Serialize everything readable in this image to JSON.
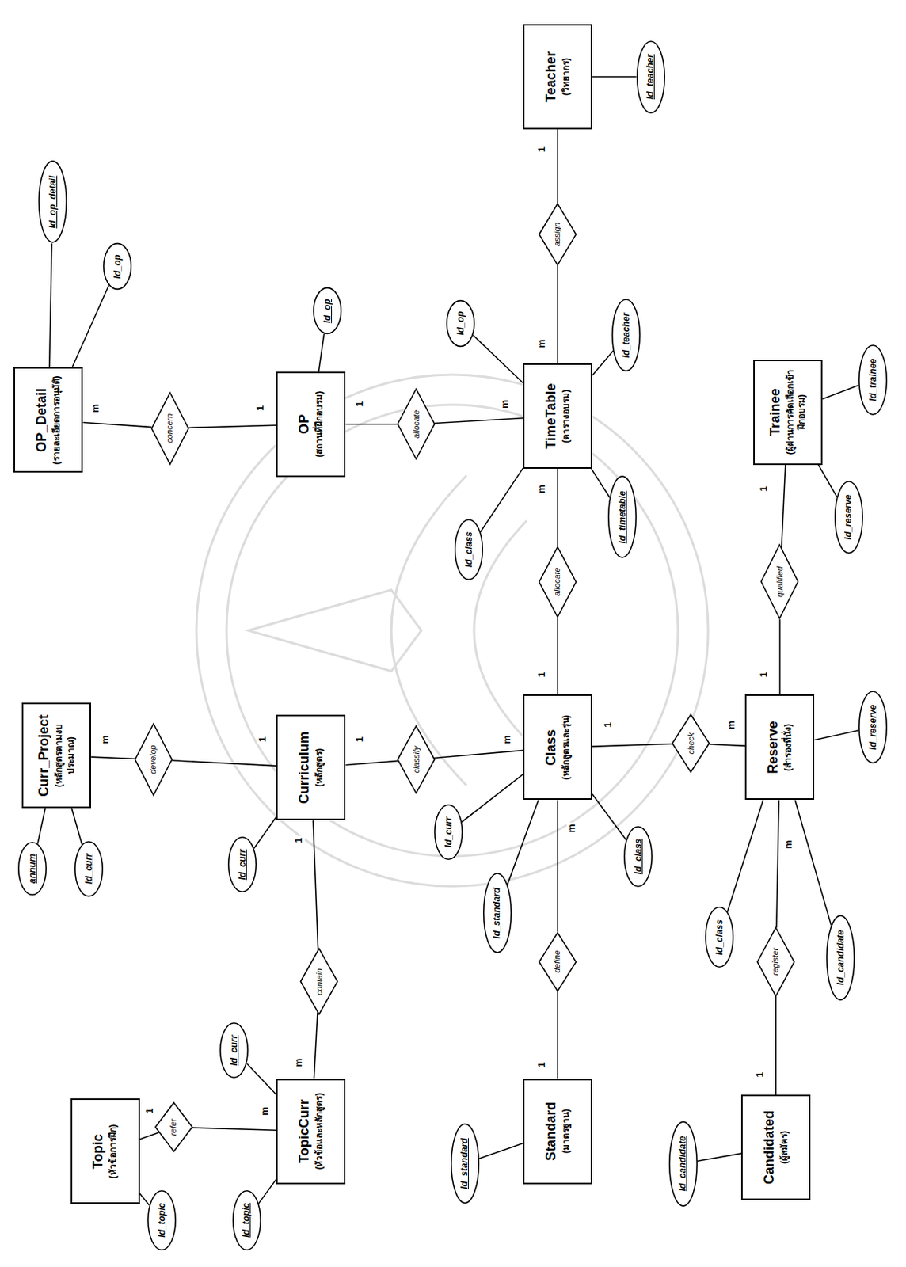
{
  "diagram": {
    "nodes": [
      {
        "text": [
          "Topic",
          "(หัวข้อการฝึก)"
        ]
      },
      {
        "text": [
          "Id_topic"
        ]
      },
      {
        "text": [
          "refer"
        ]
      },
      {
        "text": [
          "Curr_Project",
          "(หลักสูตรตามงบประมาณ)"
        ]
      },
      {
        "text": [
          "annum"
        ]
      },
      {
        "text": [
          "Id_curr"
        ]
      },
      {
        "text": [
          "develop"
        ]
      },
      {
        "text": [
          "OP_Detail",
          "(รายละเอียดการอนุมัติ)"
        ]
      },
      {
        "text": [
          "Id_op_detail"
        ]
      },
      {
        "text": [
          "Id_op"
        ]
      },
      {
        "text": [
          "concern"
        ]
      },
      {
        "text": [
          "TopicCurr",
          "(หัวข้อและหลักสูตร)"
        ]
      },
      {
        "text": [
          "Id_topic"
        ]
      },
      {
        "text": [
          "Id_curr"
        ]
      },
      {
        "text": [
          "contain"
        ]
      },
      {
        "text": [
          "Curriculum",
          "(หลักสูตร)"
        ]
      },
      {
        "text": [
          "Id_curr"
        ]
      },
      {
        "text": [
          "classify"
        ]
      },
      {
        "text": [
          "OP",
          "(สถานที่ฝึกอบรม)"
        ]
      },
      {
        "text": [
          "Id_op"
        ]
      },
      {
        "text": [
          "allocate"
        ]
      },
      {
        "text": [
          "Standard",
          "(มาตรฐาน)"
        ]
      },
      {
        "text": [
          "Id_standard"
        ]
      },
      {
        "text": [
          "define"
        ]
      },
      {
        "text": [
          "Id_standard"
        ]
      },
      {
        "text": [
          "Id_curr"
        ]
      },
      {
        "text": [
          "Class",
          "(หลักสูตรและรุ่น)"
        ]
      },
      {
        "text": [
          "Id_class"
        ]
      },
      {
        "text": [
          "allocate"
        ]
      },
      {
        "text": [
          "Id_class"
        ]
      },
      {
        "text": [
          "TimeTable",
          "(ตารางอบรม)"
        ]
      },
      {
        "text": [
          "Id_op"
        ]
      },
      {
        "text": [
          "Id_timetable"
        ]
      },
      {
        "text": [
          "Id_teacher"
        ]
      },
      {
        "text": [
          "assign"
        ]
      },
      {
        "text": [
          "Teacher",
          "(วิทยากร)"
        ]
      },
      {
        "text": [
          "Id_teacher"
        ]
      },
      {
        "text": [
          "check"
        ]
      },
      {
        "text": [
          "Candidated",
          "(ผู้สมัคร)"
        ]
      },
      {
        "text": [
          "Id_candidate"
        ]
      },
      {
        "text": [
          "register"
        ]
      },
      {
        "text": [
          "Id_class"
        ]
      },
      {
        "text": [
          "Id_candidate"
        ]
      },
      {
        "text": [
          "Reserve",
          "(สำรองที่นั่ง)"
        ]
      },
      {
        "text": [
          "Id_reserve"
        ]
      },
      {
        "text": [
          "qualified"
        ]
      },
      {
        "text": [
          "Trainee",
          "(ผู้ผ่านการคัดเลือกเข้าฝึกอบรม)"
        ]
      },
      {
        "text": [
          "Id_reserve"
        ]
      },
      {
        "text": [
          "Id_trainee"
        ]
      }
    ],
    "edges": [
      {
        "from": 0,
        "to": 1,
        "arrow": "none"
      },
      {
        "from": 0,
        "to": 2,
        "arrow": "none"
      },
      {
        "from": 2,
        "to": 11,
        "arrow": "none"
      },
      {
        "from": 3,
        "to": 4,
        "arrow": "none"
      },
      {
        "from": 3,
        "to": 5,
        "arrow": "none"
      },
      {
        "from": 3,
        "to": 6,
        "arrow": "none"
      },
      {
        "from": 6,
        "to": 15,
        "arrow": "none"
      },
      {
        "from": 7,
        "to": 8,
        "arrow": "none"
      },
      {
        "from": 7,
        "to": 9,
        "arrow": "none"
      },
      {
        "from": 7,
        "to": 10,
        "arrow": "none"
      },
      {
        "from": 10,
        "to": 18,
        "arrow": "none"
      },
      {
        "from": 11,
        "to": 12,
        "arrow": "none"
      },
      {
        "from": 11,
        "to": 13,
        "arrow": "none"
      },
      {
        "from": 11,
        "to": 14,
        "arrow": "none"
      },
      {
        "from": 14,
        "to": 15,
        "arrow": "none"
      },
      {
        "from": 15,
        "to": 16,
        "arrow": "none"
      },
      {
        "from": 15,
        "to": 17,
        "arrow": "none"
      },
      {
        "from": 17,
        "to": 26,
        "arrow": "none"
      },
      {
        "from": 18,
        "to": 19,
        "arrow": "none"
      },
      {
        "from": 18,
        "to": 20,
        "arrow": "none"
      },
      {
        "from": 20,
        "to": 30,
        "arrow": "none"
      },
      {
        "from": 21,
        "to": 22,
        "arrow": "none"
      },
      {
        "from": 21,
        "to": 23,
        "arrow": "none"
      },
      {
        "from": 23,
        "to": 26,
        "arrow": "none"
      },
      {
        "from": 26,
        "to": 24,
        "arrow": "none"
      },
      {
        "from": 26,
        "to": 25,
        "arrow": "none"
      },
      {
        "from": 26,
        "to": 27,
        "arrow": "none"
      },
      {
        "from": 26,
        "to": 28,
        "arrow": "none"
      },
      {
        "from": 28,
        "to": 30,
        "arrow": "none"
      },
      {
        "from": 30,
        "to": 29,
        "arrow": "none"
      },
      {
        "from": 30,
        "to": 31,
        "arrow": "none"
      },
      {
        "from": 30,
        "to": 32,
        "arrow": "none"
      },
      {
        "from": 30,
        "to": 33,
        "arrow": "none"
      },
      {
        "from": 30,
        "to": 34,
        "arrow": "none"
      },
      {
        "from": 34,
        "to": 35,
        "arrow": "none"
      },
      {
        "from": 35,
        "to": 36,
        "arrow": "none"
      },
      {
        "from": 26,
        "to": 37,
        "arrow": "none"
      },
      {
        "from": 37,
        "to": 43,
        "arrow": "none"
      },
      {
        "from": 38,
        "to": 39,
        "arrow": "none"
      },
      {
        "from": 38,
        "to": 40,
        "arrow": "none"
      },
      {
        "from": 40,
        "to": 43,
        "arrow": "none"
      },
      {
        "from": 43,
        "to": 41,
        "arrow": "none"
      },
      {
        "from": 43,
        "to": 42,
        "arrow": "none"
      },
      {
        "from": 43,
        "to": 44,
        "arrow": "none"
      },
      {
        "from": 43,
        "to": 45,
        "arrow": "none"
      },
      {
        "from": 45,
        "to": 46,
        "arrow": "none"
      },
      {
        "from": 46,
        "to": 47,
        "arrow": "none"
      },
      {
        "from": 46,
        "to": 48,
        "arrow": "none"
      }
    ],
    "labels": [
      "1",
      "m",
      "m",
      "1",
      "m",
      "1",
      "1",
      "m",
      "1",
      "m",
      "1",
      "m",
      "m",
      "1",
      "1",
      "m",
      "1",
      "m",
      "1",
      "m",
      "m",
      "1",
      "1",
      "1"
    ]
  }
}
